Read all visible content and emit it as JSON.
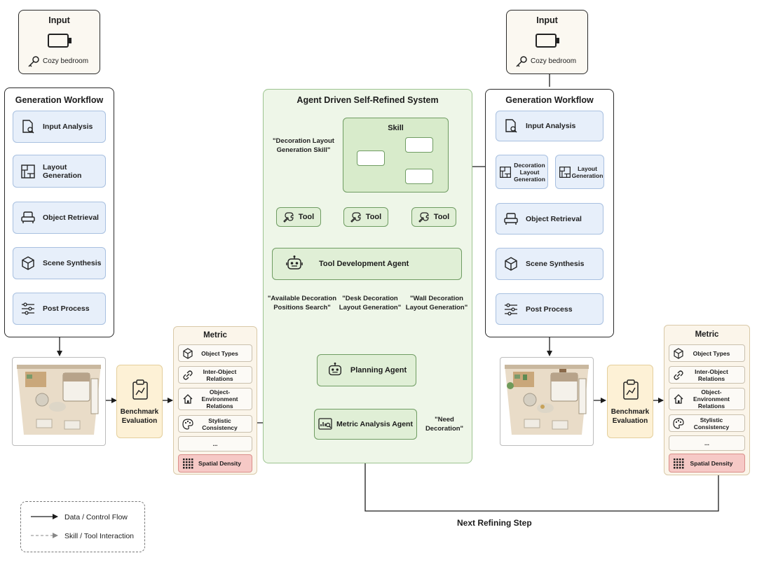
{
  "left": {
    "input": {
      "title": "Input",
      "prompt": "Cozy bedroom"
    },
    "workflow": {
      "title": "Generation Workflow",
      "steps": [
        "Input Analysis",
        "Layout Generation",
        "Object Retrieval",
        "Scene Synthesis",
        "Post Process"
      ]
    },
    "benchmark": {
      "line1": "Benchmark",
      "line2": "Evaluation"
    },
    "metric": {
      "title": "Metric",
      "items": [
        "Object Types",
        "Inter-Object Relations",
        "Object-Environment Relations",
        "Stylistic Consistency",
        "...",
        "Spatial Density"
      ]
    }
  },
  "center": {
    "title": "Agent Driven Self-Refined System",
    "skill_quote": "\"Decoration Layout Generation Skill\"",
    "skill_title": "Skill",
    "tools": [
      "Tool",
      "Tool",
      "Tool"
    ],
    "tool_agent": "Tool Development Agent",
    "sub_quotes": [
      "\"Available Decoration Positions Search\"",
      "\"Desk Decoration Layout Generation\"",
      "\"Wall Decoration Layout Generation\""
    ],
    "planning_agent": "Planning Agent",
    "metric_agent": "Metric Analysis Agent",
    "need_quote": "\"Need Decoration\""
  },
  "right": {
    "input": {
      "title": "Input",
      "prompt": "Cozy bedroom"
    },
    "workflow": {
      "title": "Generation Workflow",
      "steps": [
        "Input Analysis",
        "Decoration Layout Generation",
        "Layout Generation",
        "Object Retrieval",
        "Scene Synthesis",
        "Post Process"
      ]
    },
    "benchmark": {
      "line1": "Benchmark",
      "line2": "Evaluation"
    },
    "metric": {
      "title": "Metric",
      "items": [
        "Object Types",
        "Inter-Object Relations",
        "Object-Environment Relations",
        "Stylistic Consistency",
        "...",
        "Spatial Density"
      ]
    }
  },
  "next_step": "Next Refining Step",
  "legend": {
    "solid": "Data / Control Flow",
    "dashed": "Skill / Tool Interaction"
  },
  "colors": {
    "step_fill": "#e7effa",
    "agent_fill": "#eef6e8",
    "green_box": "#e0efd6",
    "metric_fill": "#fbf5ea",
    "bench_fill": "#fdf1d6",
    "density_fill": "#f6c9c6"
  }
}
